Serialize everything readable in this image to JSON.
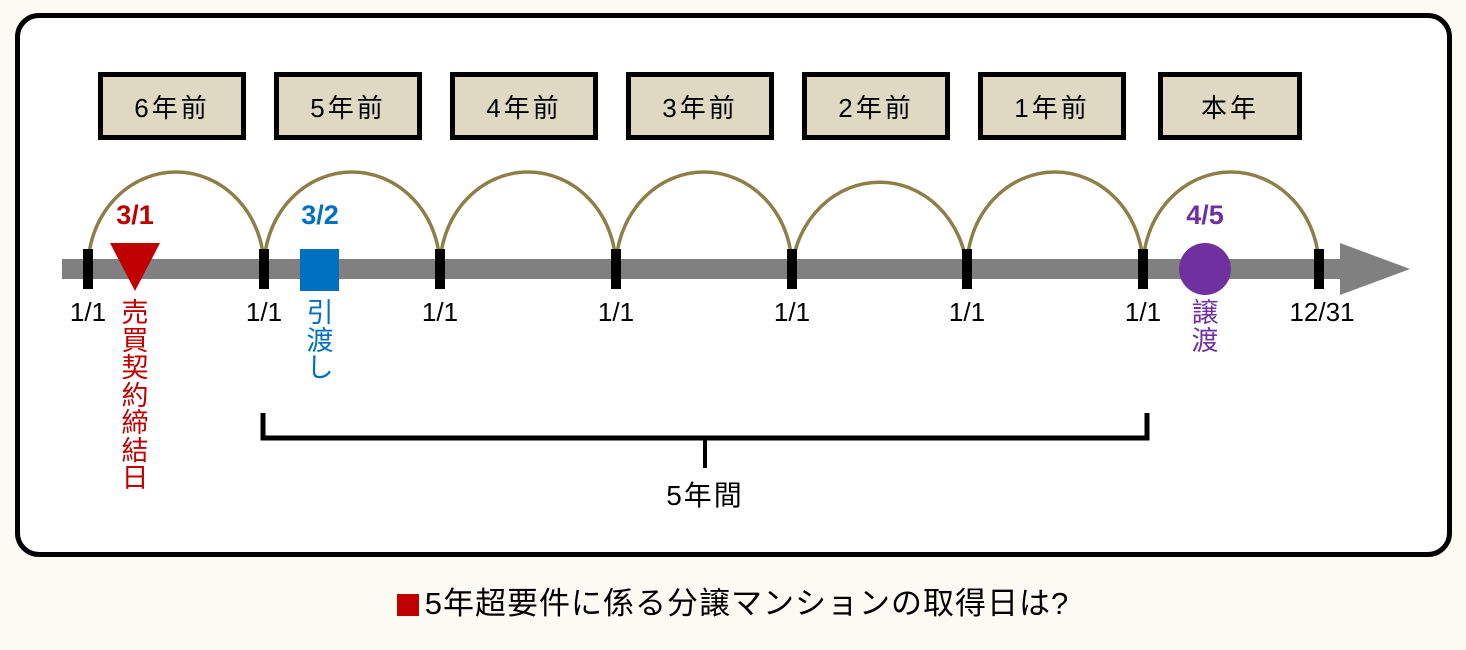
{
  "diagram": {
    "title_caption": "5年超要件に係る分譲マンションの取得日は?",
    "colors": {
      "page_background": "#FBFAF3",
      "panel_background": "#FFFFFF",
      "panel_border": "#000000",
      "year_box_fill": "#DFD9C3",
      "arc": "#8C7F4A",
      "axis": "#808080",
      "tick": "#000000",
      "contract_red": "#C00000",
      "delivery_blue": "#0070C0",
      "transfer_purple": "#7030A0"
    },
    "year_boxes": [
      {
        "label": "6年前"
      },
      {
        "label": "5年前"
      },
      {
        "label": "4年前"
      },
      {
        "label": "3年前"
      },
      {
        "label": "2年前"
      },
      {
        "label": "1年前"
      },
      {
        "label": "本年"
      }
    ],
    "tick_labels": [
      {
        "label": "1/1"
      },
      {
        "label": "1/1"
      },
      {
        "label": "1/1"
      },
      {
        "label": "1/1"
      },
      {
        "label": "1/1"
      },
      {
        "label": "1/1"
      },
      {
        "label": "1/1"
      },
      {
        "label": "12/31"
      }
    ],
    "events": [
      {
        "date": "3/1",
        "name": "売買契約締結日",
        "marker": "triangle-down-marker",
        "color": "#C00000",
        "chars": [
          "売",
          "買",
          "契",
          "約",
          "締",
          "結",
          "日"
        ]
      },
      {
        "date": "3/2",
        "name": "引渡し",
        "marker": "square-marker",
        "color": "#0070C0",
        "chars": [
          "引",
          "渡",
          "し"
        ]
      },
      {
        "date": "4/5",
        "name": "譲渡",
        "marker": "circle-marker",
        "color": "#7030A0",
        "chars": [
          "譲",
          "渡"
        ]
      }
    ],
    "span": {
      "label": "5年間"
    }
  }
}
